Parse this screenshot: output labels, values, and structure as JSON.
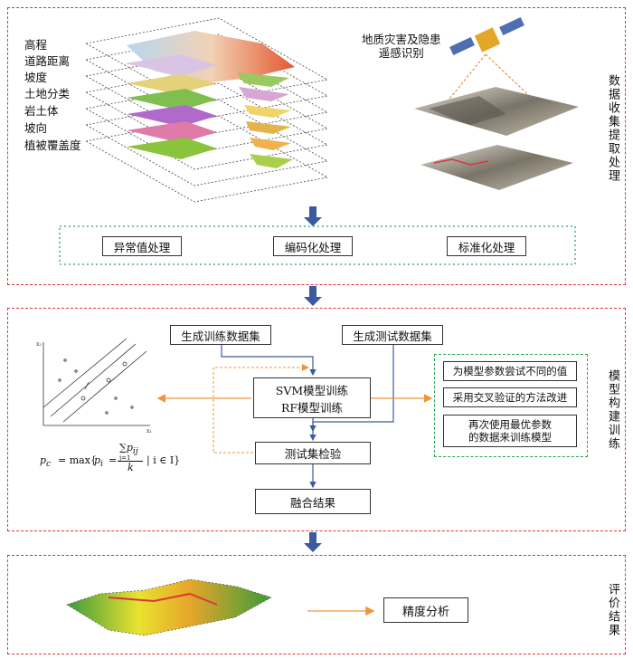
{
  "sections": {
    "collect": {
      "label": "数据收集提取处理"
    },
    "model": {
      "label": "模型构建训练"
    },
    "eval": {
      "label": "评价结果"
    }
  },
  "layers": [
    "高程",
    "道路距离",
    "坡度",
    "土地分类",
    "岩土体",
    "坡向",
    "植被覆盖度"
  ],
  "remote_sensing_label": "地质灾害及隐患\n遥感识别",
  "preprocess": [
    "异常值处理",
    "编码化处理",
    "标准化处理"
  ],
  "model": {
    "gen_train": "生成训练数据集",
    "gen_test": "生成测试数据集",
    "train_line1": "SVM模型训练",
    "train_line2": "RF模型训练",
    "test_check": "测试集检验",
    "fusion": "融合结果",
    "tuning": [
      "为模型参数尝试不同的值",
      "采用交叉验证的方法改进",
      "再次使用最优参数\n的数据来训练模型"
    ]
  },
  "formula": {
    "lhs": "p",
    "lhs_sub": "c",
    "eq": "= max{",
    "pi": "p",
    "pi_sub": "i",
    "eq2": "=",
    "sum_top": "∑p",
    "sum_sub": "ij",
    "sum_lower": "j=1",
    "denom": "k",
    "cond": "| i ∈ I}"
  },
  "accuracy": "精度分析",
  "colors": {
    "section_border": "#d9363e",
    "green": "#27a35a",
    "blue_arrow": "#3d5a9e",
    "orange": "#f0953a"
  }
}
